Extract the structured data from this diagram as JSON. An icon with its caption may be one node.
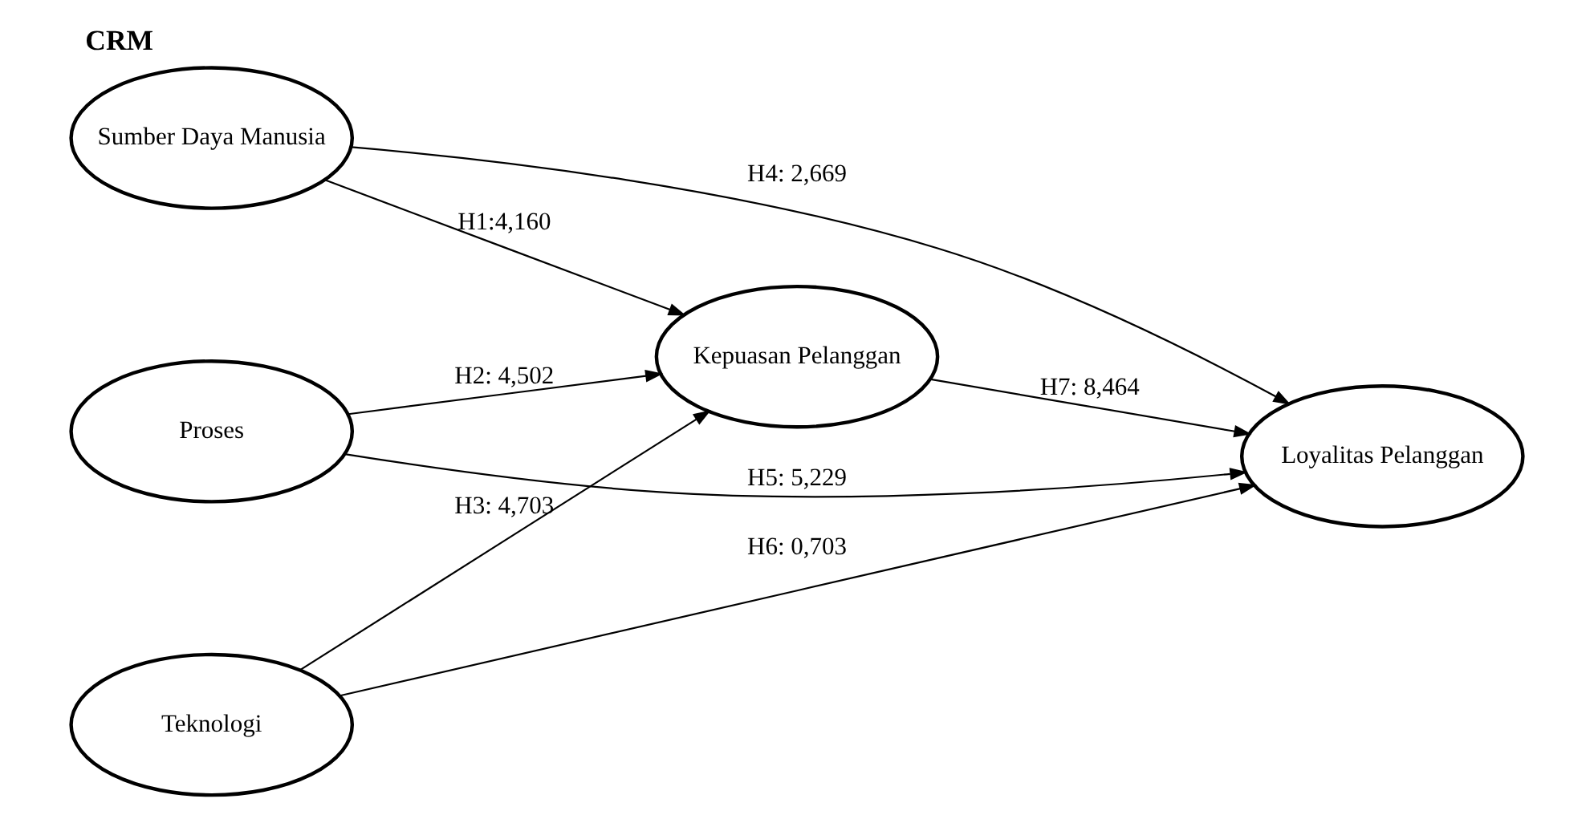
{
  "diagram": {
    "title": "CRM",
    "nodes": [
      {
        "text": [
          "Sumber Daya Manusia"
        ]
      },
      {
        "text": [
          "Proses"
        ]
      },
      {
        "text": [
          "Teknologi"
        ]
      },
      {
        "text": [
          "Kepuasan Pelanggan"
        ]
      },
      {
        "text": [
          "Loyalitas Pelanggan"
        ]
      }
    ],
    "edges": [
      {
        "from": 0,
        "to": 3,
        "arrow": "to",
        "label": "H1:4,160"
      },
      {
        "from": 1,
        "to": 3,
        "arrow": "to",
        "label": "H2: 4,502"
      },
      {
        "from": 2,
        "to": 3,
        "arrow": "to",
        "label": "H3: 4,703"
      },
      {
        "from": 0,
        "to": 4,
        "arrow": "to",
        "label": "H4: 2,669"
      },
      {
        "from": 1,
        "to": 4,
        "arrow": "to",
        "label": "H5: 5,229"
      },
      {
        "from": 2,
        "to": 4,
        "arrow": "to",
        "label": "H6: 0,703"
      },
      {
        "from": 3,
        "to": 4,
        "arrow": "to",
        "label": "H7: 8,464"
      }
    ]
  }
}
